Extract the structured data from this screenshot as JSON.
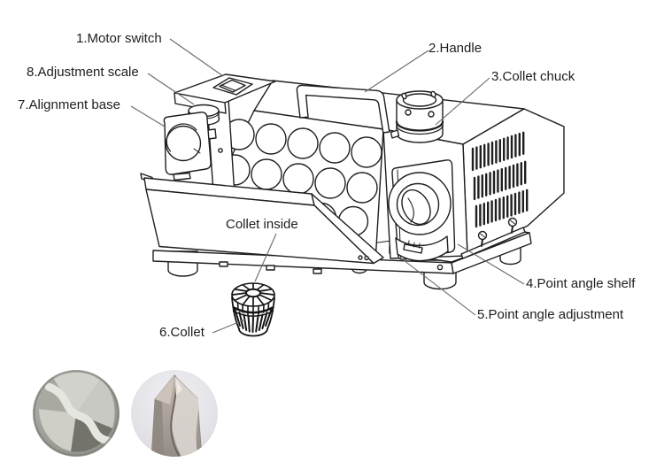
{
  "diagram": {
    "machine_text": "Collet inside",
    "part_labels": [
      {
        "id": "motor-switch",
        "text": "1.Motor switch"
      },
      {
        "id": "handle",
        "text": "2.Handle"
      },
      {
        "id": "collet-chuck",
        "text": "3.Collet chuck"
      },
      {
        "id": "point-angle-shelf",
        "text": "4.Point angle shelf"
      },
      {
        "id": "point-angle-adjustment",
        "text": "5.Point angle adjustment"
      },
      {
        "id": "collet",
        "text": "6.Collet"
      },
      {
        "id": "alignment-base",
        "text": "7.Alignment base"
      },
      {
        "id": "adjustment-scale",
        "text": "8.Adjustment scale"
      }
    ]
  },
  "photos": [
    {
      "name": "drill-bit-end-view"
    },
    {
      "name": "drill-bit-point-side-view"
    }
  ],
  "colors": {
    "background": "#ffffff",
    "line": "#1f1f1f",
    "leader": "#6a6a6a",
    "text": "#1d1d1d"
  }
}
